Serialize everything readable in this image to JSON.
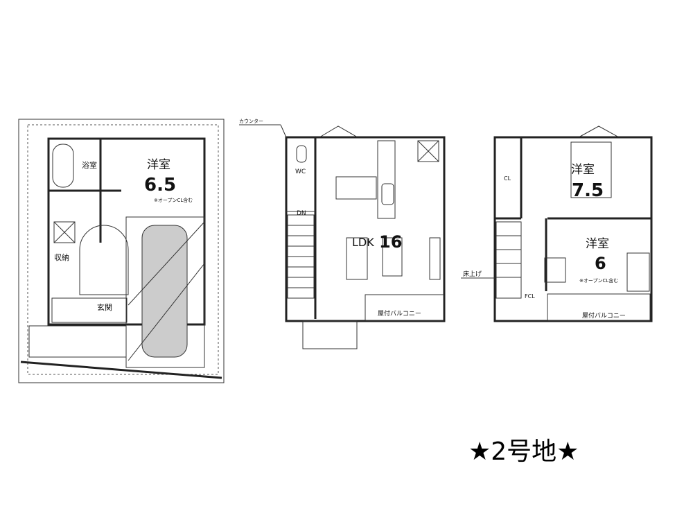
{
  "title": "★2号地★",
  "floor1": {
    "bath": "浴室",
    "room_label": "洋室",
    "room_size": "6.5",
    "entrance": "玄関",
    "storage": "収納",
    "note": "※オープンCL含む"
  },
  "floor2": {
    "counter": "カウンター",
    "wc": "WC",
    "dn": "DN",
    "ldk_label": "LDK",
    "ldk_size": "16",
    "balcony": "屋付バルコニー"
  },
  "floor3": {
    "room1_label": "洋室",
    "room1_size": "7.5",
    "room2_label": "洋室",
    "room2_size": "6",
    "cl": "CL",
    "fcl": "FCL",
    "raised_floor": "床上げ",
    "note": "※オープンCL含む",
    "balcony": "屋付バルコニー"
  }
}
